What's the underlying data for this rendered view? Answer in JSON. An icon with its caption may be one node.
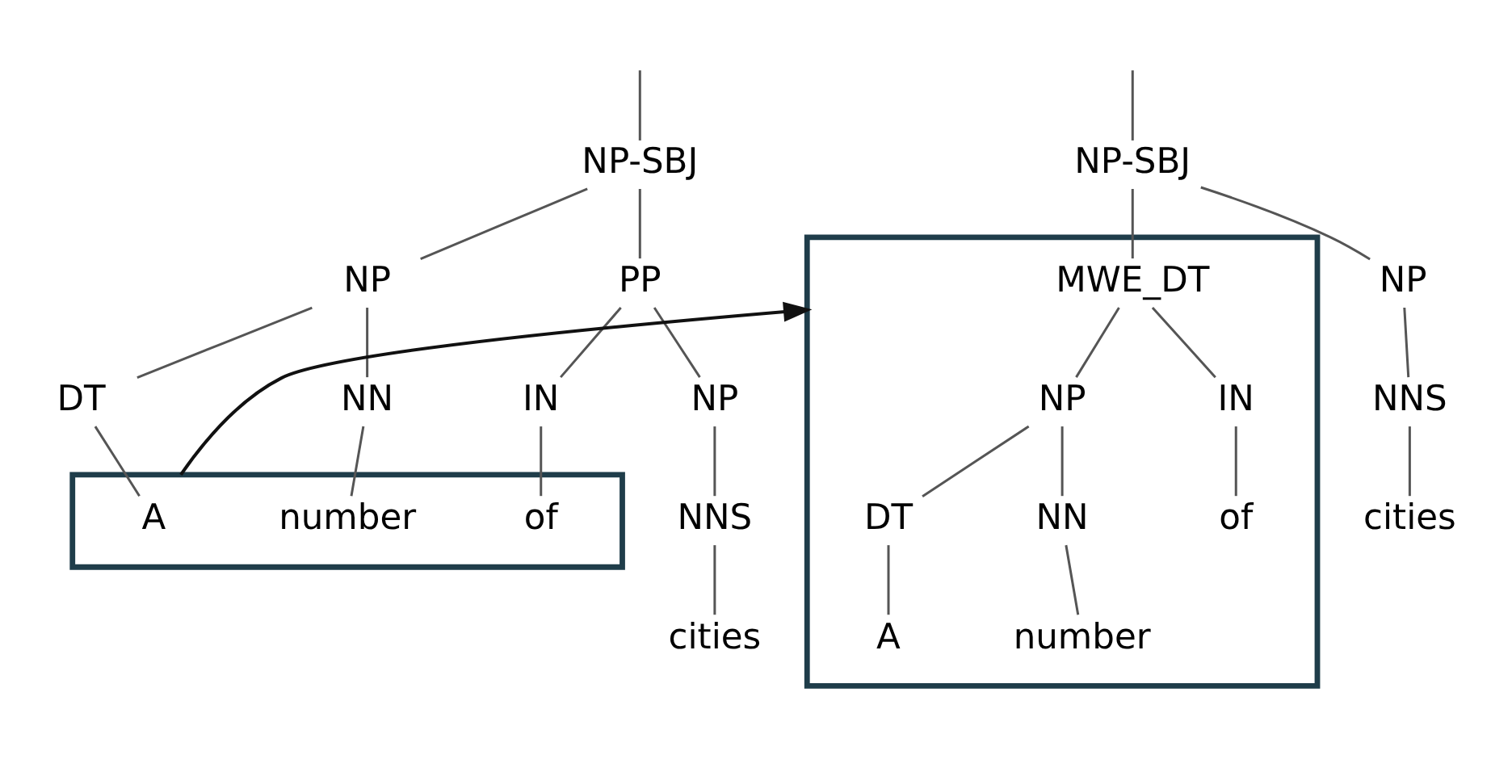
{
  "diagram": {
    "nodes": [
      {
        "text": [
          "NP-SBJ"
        ]
      },
      {
        "text": [
          "NP"
        ]
      },
      {
        "text": [
          "PP"
        ]
      },
      {
        "text": [
          "DT"
        ]
      },
      {
        "text": [
          "NN"
        ]
      },
      {
        "text": [
          "IN"
        ]
      },
      {
        "text": [
          "NP"
        ]
      },
      {
        "text": [],
        "shape": "box"
      },
      {
        "text": [
          "A"
        ],
        "in": 7
      },
      {
        "text": [
          "number"
        ],
        "in": 7
      },
      {
        "text": [
          "of"
        ],
        "in": 7
      },
      {
        "text": [
          "NNS"
        ]
      },
      {
        "text": [
          "cities"
        ]
      },
      {
        "text": [
          "NP-SBJ"
        ]
      },
      {
        "text": [],
        "shape": "box"
      },
      {
        "text": [
          "MWE_DT"
        ],
        "in": 14
      },
      {
        "text": [
          "NP"
        ],
        "in": 14
      },
      {
        "text": [
          "IN"
        ],
        "in": 14
      },
      {
        "text": [
          "DT"
        ],
        "in": 14
      },
      {
        "text": [
          "NN"
        ],
        "in": 14
      },
      {
        "text": [
          "of"
        ],
        "in": 14
      },
      {
        "text": [
          "A"
        ],
        "in": 14
      },
      {
        "text": [
          "number"
        ],
        "in": 14
      },
      {
        "text": [
          "NP"
        ]
      },
      {
        "text": [
          "NNS"
        ]
      },
      {
        "text": [
          "cities"
        ]
      }
    ],
    "edges": [
      {
        "from": null,
        "to": 0,
        "arrow": "none"
      },
      {
        "from": 0,
        "to": 1,
        "arrow": "none"
      },
      {
        "from": 0,
        "to": 2,
        "arrow": "none"
      },
      {
        "from": 1,
        "to": 3,
        "arrow": "none"
      },
      {
        "from": 1,
        "to": 4,
        "arrow": "none"
      },
      {
        "from": 2,
        "to": 5,
        "arrow": "none"
      },
      {
        "from": 2,
        "to": 6,
        "arrow": "none"
      },
      {
        "from": 3,
        "to": 8,
        "arrow": "none"
      },
      {
        "from": 4,
        "to": 9,
        "arrow": "none"
      },
      {
        "from": 5,
        "to": 10,
        "arrow": "none"
      },
      {
        "from": 6,
        "to": 11,
        "arrow": "none"
      },
      {
        "from": 11,
        "to": 12,
        "arrow": "none"
      },
      {
        "from": 7,
        "to": 14,
        "arrow": "to"
      },
      {
        "from": null,
        "to": 13,
        "arrow": "none"
      },
      {
        "from": 13,
        "to": 15,
        "arrow": "none"
      },
      {
        "from": 13,
        "to": 23,
        "arrow": "none"
      },
      {
        "from": 15,
        "to": 16,
        "arrow": "none"
      },
      {
        "from": 15,
        "to": 17,
        "arrow": "none"
      },
      {
        "from": 16,
        "to": 18,
        "arrow": "none"
      },
      {
        "from": 16,
        "to": 19,
        "arrow": "none"
      },
      {
        "from": 17,
        "to": 20,
        "arrow": "none"
      },
      {
        "from": 18,
        "to": 21,
        "arrow": "none"
      },
      {
        "from": 19,
        "to": 22,
        "arrow": "none"
      },
      {
        "from": 23,
        "to": 24,
        "arrow": "none"
      },
      {
        "from": 24,
        "to": 25,
        "arrow": "none"
      }
    ]
  }
}
